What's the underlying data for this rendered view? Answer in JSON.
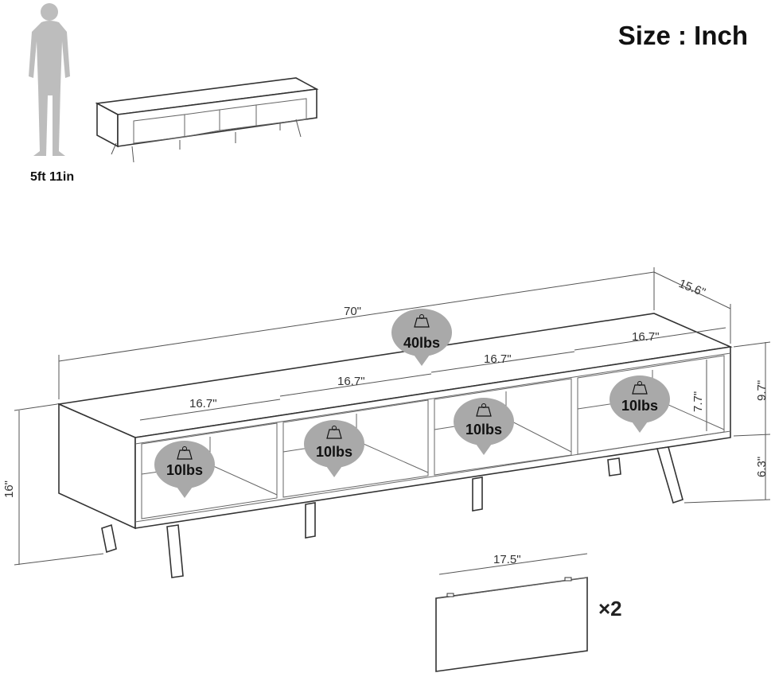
{
  "title": "Size : Inch",
  "human_height": "5ft 11in",
  "dimensions": {
    "width": "70\"",
    "depth": "15.6\"",
    "height": "16\"",
    "upper_height": "9.7\"",
    "leg_height": "6.3\"",
    "inner_height": "7.7\"",
    "compartment_1": "16.7\"",
    "compartment_2": "16.7\"",
    "compartment_3": "16.7\"",
    "compartment_4": "16.7\"",
    "door_width": "17.5\""
  },
  "load_capacity": {
    "top": "40lbs",
    "shelf_1": "10lbs",
    "shelf_2": "10lbs",
    "shelf_3": "10lbs",
    "shelf_4": "10lbs"
  },
  "door_quantity": "×2",
  "colors": {
    "line": "#333333",
    "bubble": "#a9a9a9",
    "human": "#bdbdbd"
  },
  "icons": [
    "human-silhouette-icon",
    "weight-icon"
  ]
}
